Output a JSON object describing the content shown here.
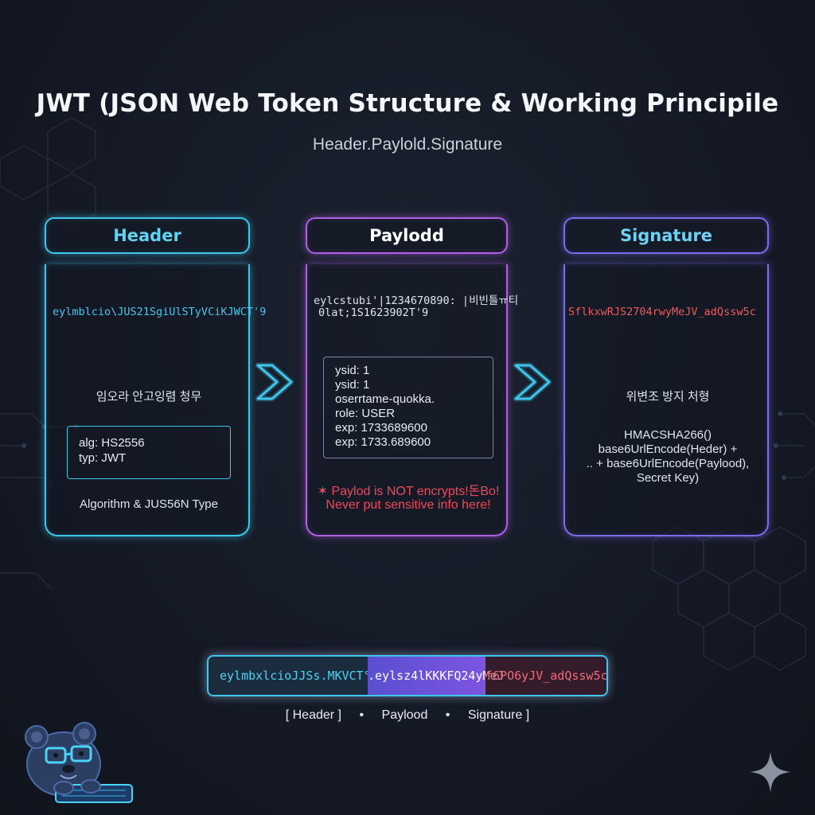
{
  "title": "JWT (JSON Web Token Structure & Working Principile",
  "subtitle": "Header.Paylold.Signature",
  "header_panel": {
    "label": "Header",
    "encoded": "eylmblcio\\JUS21SgiUlSTyVCiKJWCT'9",
    "korean": "임오라 안고잉렴 청무",
    "code": [
      "alg: HS2556",
      "typ: JWT"
    ],
    "caption": "Algorithm & JUS56N Type"
  },
  "payload_panel": {
    "label": "Paylodd",
    "encoded_line1": "eylcstubi'|1234670890: |비빈틀ㅠ티",
    "encoded_line2": "0lat;1S1623902T'9",
    "code": [
      "ysid: 1",
      "ysid: 1",
      "oserrtame-quokka.",
      "role: USER",
      "exp: 1733689600",
      "exp: 1733.689600"
    ],
    "warning_line1": "✶ Paylod is NOT encrypts!돈Bo!",
    "warning_line2": "Never put sensitive info here!"
  },
  "signature_panel": {
    "label": "Signature",
    "encoded": "SflkxwRJS2704rwyMeJV_adQssw5c",
    "korean": "위변조 방지 처형",
    "formula": [
      "HMACSHA266()",
      "base6UrlEncode(Heder) +",
      "..  + base6UrlEncode(Paylood),",
      "Secret Key)"
    ]
  },
  "token": {
    "header_part": "eylmbxlcioJJSs.MKVCT°",
    "payload_part": ".eylsz4lKKKFQ24yMeJ",
    "signature_part": "f6PO6yJV_adQssw5c"
  },
  "legend": [
    "[ Header ]",
    "•",
    "Paylood",
    "•",
    "Signature ]"
  ],
  "colors": {
    "header": "#3fc6ec",
    "payload": "#b05fe6",
    "signature": "#7a6df0",
    "warning": "#f0485a",
    "background": "#151a25"
  }
}
